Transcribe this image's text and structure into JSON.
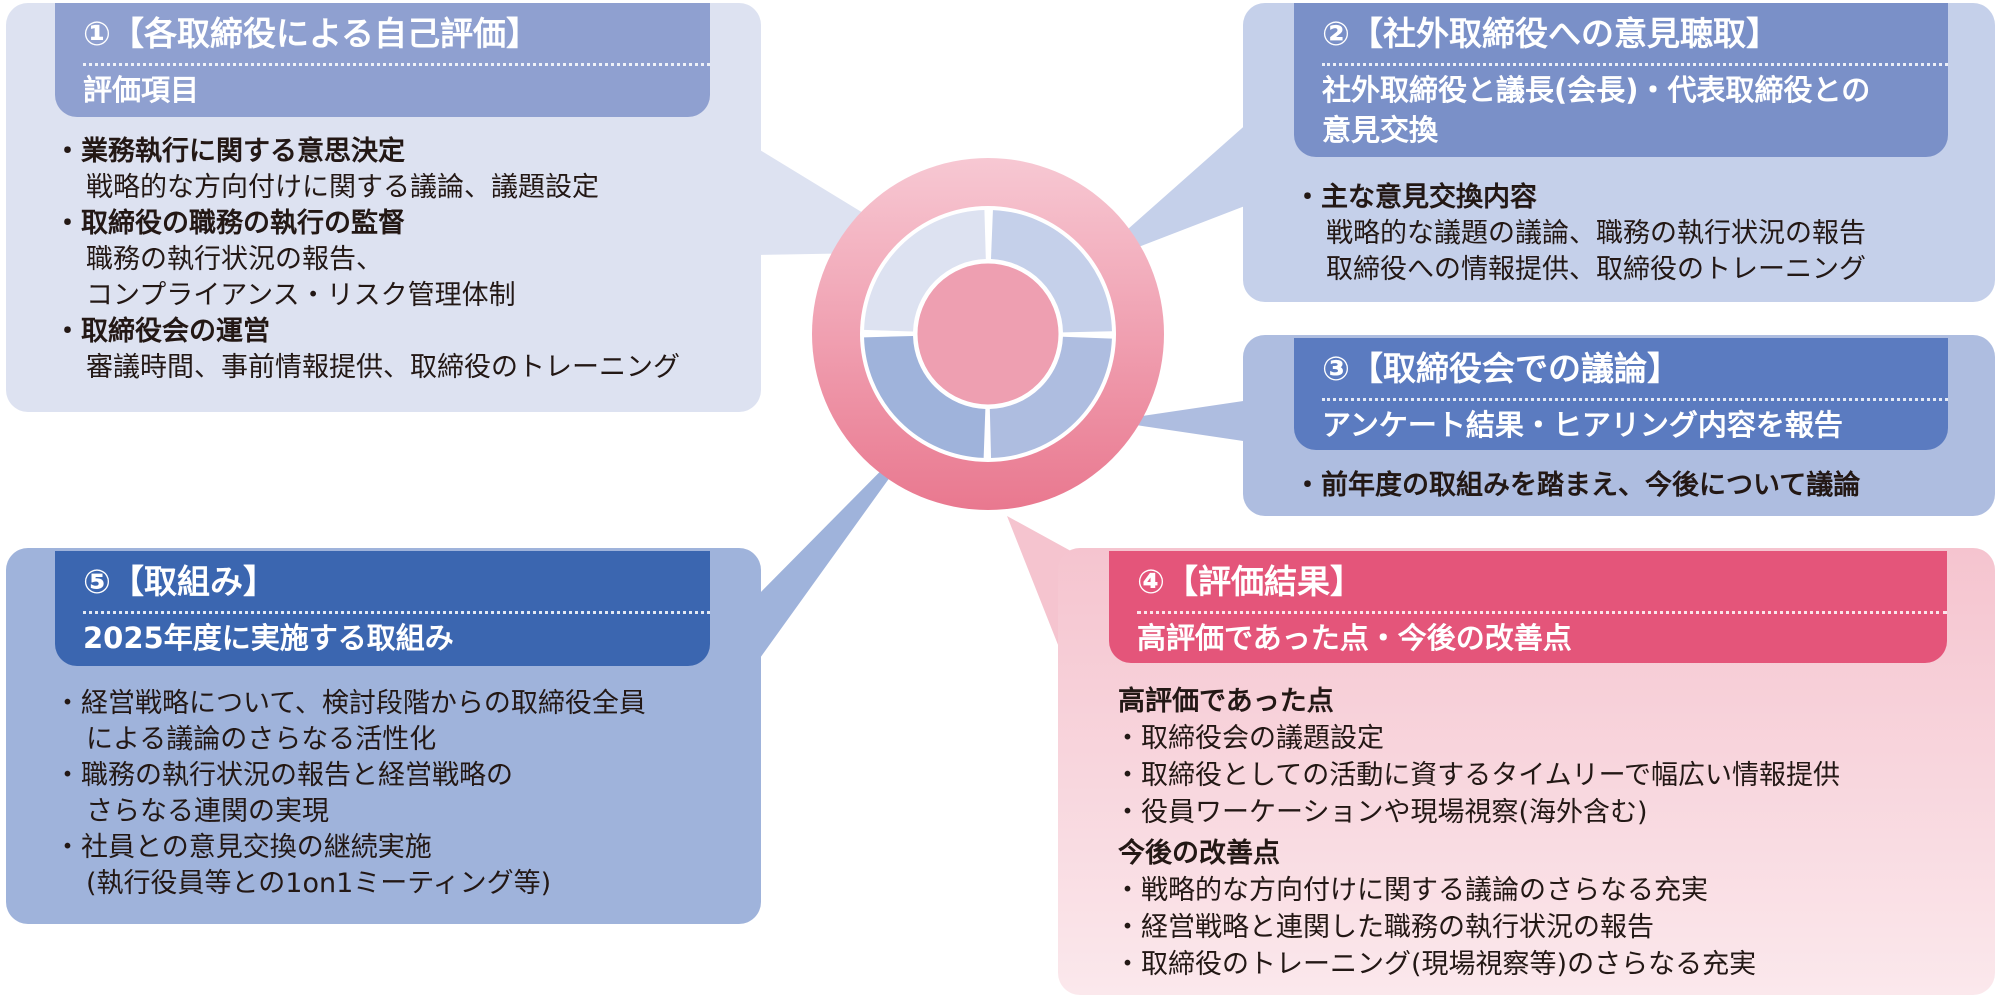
{
  "colors": {
    "box1": "#dde2f1",
    "hdr1": "#8fa0d0",
    "box2": "#c5d0ea",
    "hdr2": "#7a90c8",
    "box3": "#aebde0",
    "hdr3": "#5b7bc0",
    "box5": "#9fb3db",
    "hdr5": "#3b66b0",
    "box4": "#f7cdd6",
    "hdr4": "#e4557a",
    "ring": "#ee93a6"
  },
  "box1": {
    "title": "①【各取締役による自己評価】",
    "subtitle": "評価項目",
    "items": [
      {
        "head": "業務執行に関する意思決定",
        "lines": [
          "戦略的な方向付けに関する議論、議題設定"
        ]
      },
      {
        "head": "取締役の職務の執行の監督",
        "lines": [
          "職務の執行状況の報告、",
          "コンプライアンス・リスク管理体制"
        ]
      },
      {
        "head": "取締役会の運営",
        "lines": [
          "審議時間、事前情報提供、取締役のトレーニング"
        ]
      }
    ]
  },
  "box2": {
    "title": "②【社外取締役への意見聴取】",
    "subtitle_lines": [
      "社外取締役と議長(会長)・代表取締役との",
      "意見交換"
    ],
    "items": [
      {
        "head": "主な意見交換内容",
        "lines": [
          "戦略的な議題の議論、職務の執行状況の報告",
          "取締役への情報提供、取締役のトレーニング"
        ]
      }
    ]
  },
  "box3": {
    "title": "③【取締役会での議論】",
    "subtitle": "アンケート結果・ヒアリング内容を報告",
    "items": [
      "前年度の取組みを踏まえ、今後について議論"
    ]
  },
  "box4": {
    "title": "④【評価結果】",
    "subtitle": "高評価であった点・今後の改善点",
    "good_head": "高評価であった点",
    "good": [
      "取締役会の議題設定",
      "取締役としての活動に資するタイムリーで幅広い情報提供",
      "役員ワーケーションや現場視察(海外含む)"
    ],
    "improve_head": "今後の改善点",
    "improve": [
      "戦略的な方向付けに関する議論のさらなる充実",
      "経営戦略と連関した職務の執行状況の報告",
      "取締役のトレーニング(現場視察等)のさらなる充実"
    ]
  },
  "box5": {
    "title": "⑤【取組み】",
    "subtitle": "2025年度に実施する取組み",
    "items": [
      [
        "経営戦略について、検討段階からの取締役全員",
        "による議論のさらなる活性化"
      ],
      [
        "職務の執行状況の報告と経営戦略の",
        "さらなる連関の実現"
      ],
      [
        "社員との意見交換の継続実施",
        "(執行役員等との1on1ミーティング等)"
      ]
    ]
  }
}
